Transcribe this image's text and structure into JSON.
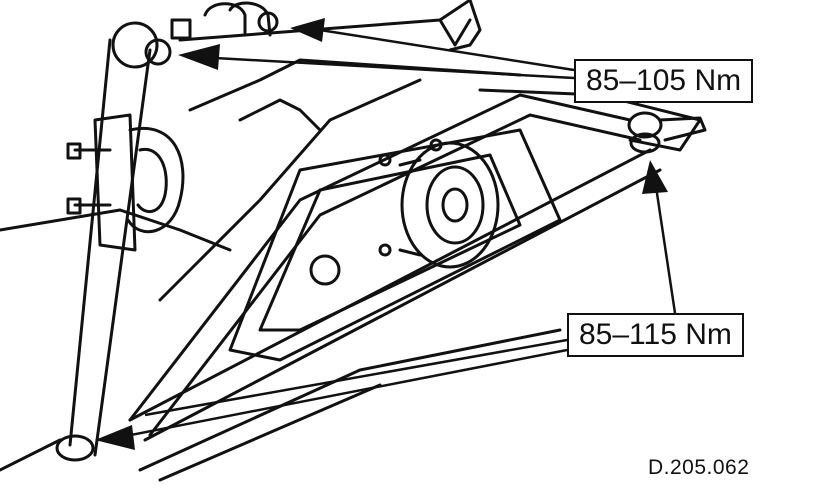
{
  "figure": {
    "torque_callouts": [
      {
        "id": "upper",
        "text": "85–105 Nm"
      },
      {
        "id": "lower",
        "text": "85–115 Nm"
      }
    ],
    "reference_code": "D.205.062",
    "ink_color": "#111111",
    "paper_color": "#ffffff"
  }
}
